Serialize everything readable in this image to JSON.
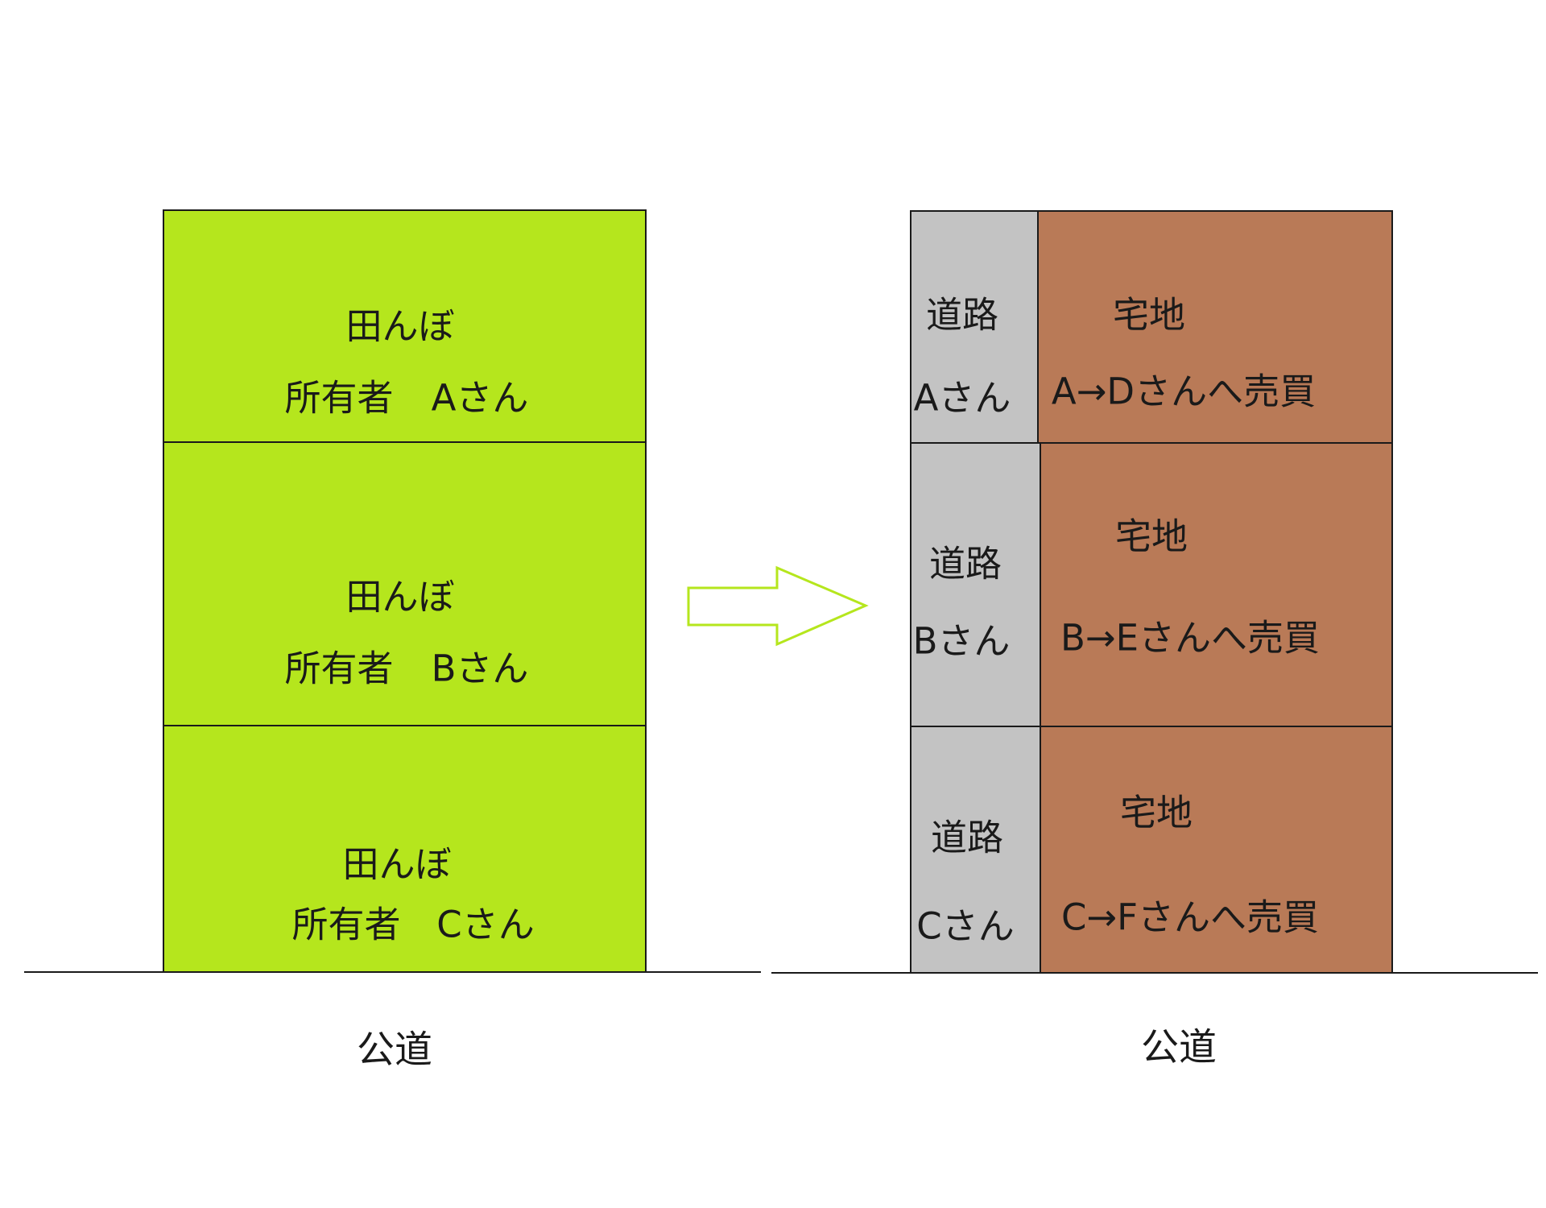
{
  "colors": {
    "rice_field": "#b5e61d",
    "road": "#c3c3c3",
    "residential_lot": "#b97a57",
    "arrow_outline": "#b5e61d",
    "outline": "#1a1a1a"
  },
  "before": {
    "parcels": [
      {
        "land_use": "田んぼ",
        "owner_label": "所有者",
        "owner": "Aさん"
      },
      {
        "land_use": "田んぼ",
        "owner_label": "所有者",
        "owner": "Bさん"
      },
      {
        "land_use": "田んぼ",
        "owner_label": "所有者",
        "owner": "Cさん"
      }
    ],
    "street_label": "公道"
  },
  "transition_arrow": {
    "icon": "right-arrow-icon"
  },
  "after": {
    "parcels": [
      {
        "road_label": "道路",
        "road_owner": "Aさん",
        "lot_label": "宅地",
        "sale": "A→Dさんへ売買"
      },
      {
        "road_label": "道路",
        "road_owner": "Bさん",
        "lot_label": "宅地",
        "sale": "B→Eさんへ売買"
      },
      {
        "road_label": "道路",
        "road_owner": "Cさん",
        "lot_label": "宅地",
        "sale": "C→Fさんへ売買"
      }
    ],
    "street_label": "公道"
  }
}
